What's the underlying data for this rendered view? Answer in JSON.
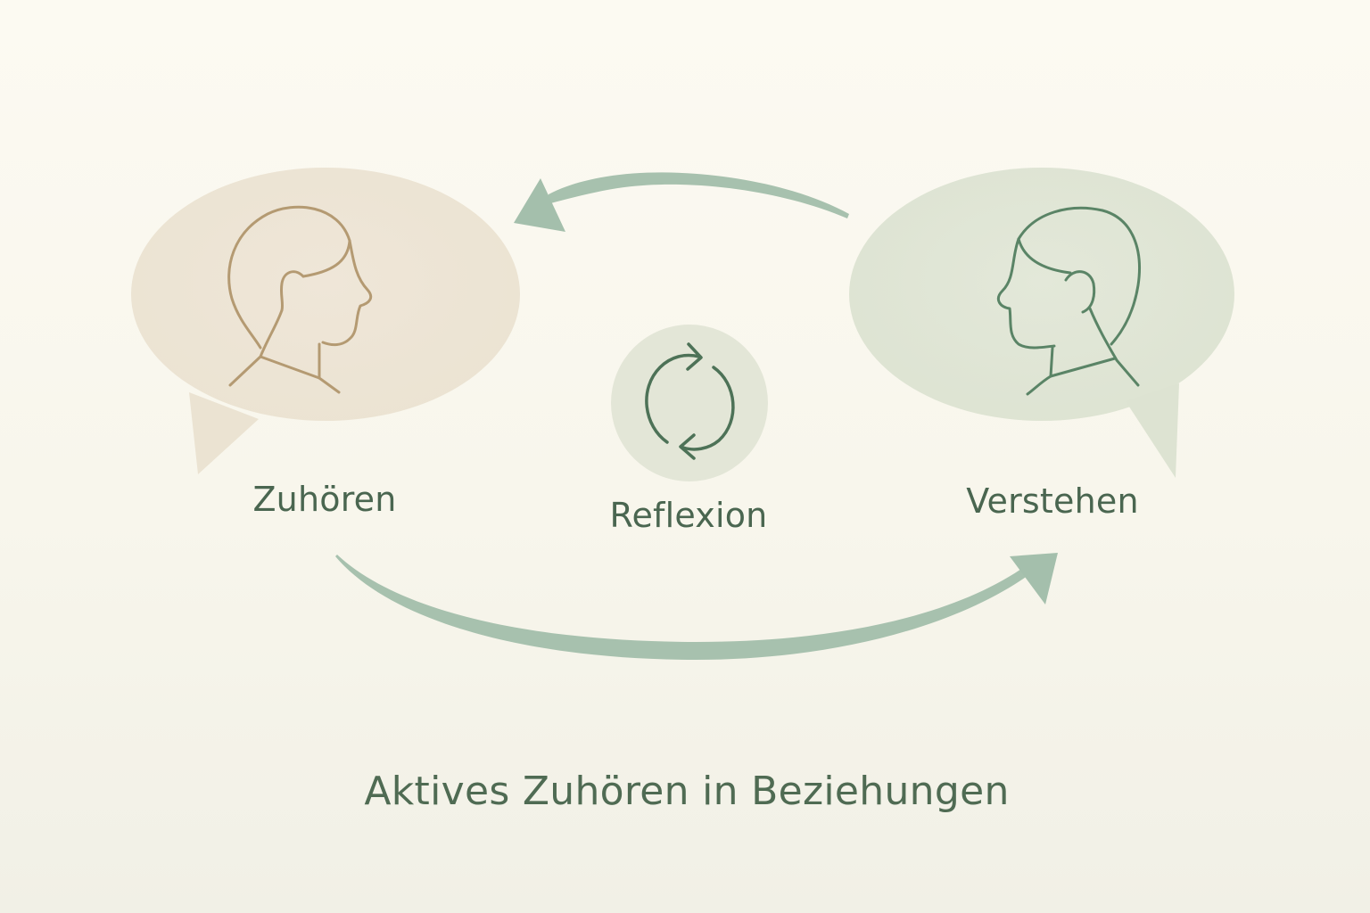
{
  "diagram": {
    "title": "Aktives Zuhören in Beziehungen",
    "nodes": [
      {
        "id": "listener",
        "label": "Zuhören",
        "icon": "head-profile-facing-right-icon",
        "bubble_color": "#efe5d6",
        "stroke_color": "#b49a72"
      },
      {
        "id": "reflection",
        "label": "Reflexion",
        "icon": "cycle-arrows-icon",
        "bubble_color": "#e4e6d8",
        "stroke_color": "#4d7257"
      },
      {
        "id": "understanding",
        "label": "Verstehen",
        "icon": "head-profile-facing-left-icon",
        "bubble_color": "#e1e6d6",
        "stroke_color": "#5a8466"
      }
    ],
    "edges": [
      {
        "from": "Verstehen",
        "to": "Zuhören",
        "shape": "curved-arrow-top",
        "color": "#a4bfac"
      },
      {
        "from": "Zuhören",
        "to": "Verstehen",
        "shape": "curved-arrow-bottom",
        "color": "#a4bfac"
      }
    ],
    "colors": {
      "background": "#faf8ef",
      "text": "#4a6650",
      "arrow": "#a4bfac"
    }
  }
}
